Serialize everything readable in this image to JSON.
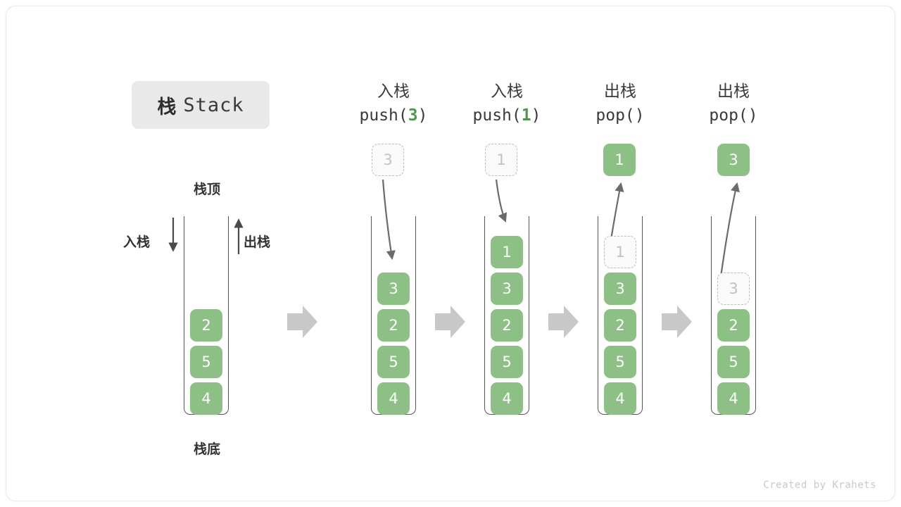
{
  "title": {
    "cjk": "栈",
    "latin": "Stack"
  },
  "labels": {
    "top": "栈顶",
    "bottom": "栈底",
    "push": "入栈",
    "pop": "出栈"
  },
  "footer": "Created by Krahets",
  "colors": {
    "element_green": "#8cc084",
    "accent_green": "#4a9a4a",
    "ghost_fill": "#fafafa",
    "ghost_border": "#bdbdbd",
    "container_border": "#555555",
    "arrow_gray": "#6b6b6b",
    "transition_arrow": "#c8c8c8",
    "badge_bg": "#e9e9e9",
    "text_dark": "#333333",
    "footer_gray": "#c9c9c9"
  },
  "columns": [
    {
      "id": "initial",
      "header_line1": "",
      "header_line2": "",
      "header_prefix": "",
      "header_arg": "",
      "header_suffix": "",
      "stack": [
        "4",
        "5",
        "2"
      ],
      "ghost_index": -1,
      "float_value": "",
      "float_kind": "none"
    },
    {
      "id": "push-3",
      "header_line1": "入栈",
      "header_prefix": "push(",
      "header_arg": "3",
      "header_suffix": ")",
      "stack": [
        "4",
        "5",
        "2",
        "3"
      ],
      "ghost_index": -1,
      "float_value": "3",
      "float_kind": "ghost"
    },
    {
      "id": "push-1",
      "header_line1": "入栈",
      "header_prefix": "push(",
      "header_arg": "1",
      "header_suffix": ")",
      "stack": [
        "4",
        "5",
        "2",
        "3",
        "1"
      ],
      "ghost_index": -1,
      "float_value": "1",
      "float_kind": "ghost"
    },
    {
      "id": "pop-1",
      "header_line1": "出栈",
      "header_prefix": "pop(",
      "header_arg": "",
      "header_suffix": ")",
      "stack": [
        "4",
        "5",
        "2",
        "3",
        "1"
      ],
      "ghost_index": 4,
      "float_value": "1",
      "float_kind": "filled"
    },
    {
      "id": "pop-3",
      "header_line1": "出栈",
      "header_prefix": "pop(",
      "header_arg": "",
      "header_suffix": ")",
      "stack": [
        "4",
        "5",
        "2",
        "3"
      ],
      "ghost_index": 3,
      "float_value": "3",
      "float_kind": "filled"
    }
  ]
}
